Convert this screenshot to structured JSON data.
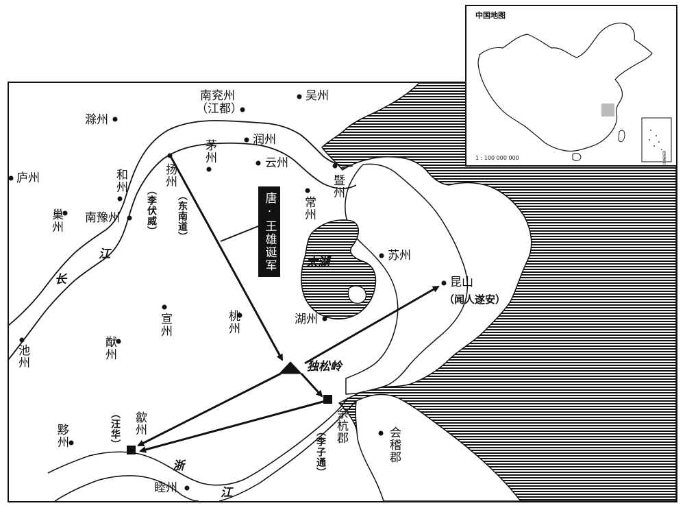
{
  "inset": {
    "title": "中国地图",
    "scale": "1 : 100 000 000",
    "south_sea_label": "南海诸岛"
  },
  "army": {
    "label": "唐·王雄诞军"
  },
  "cities": {
    "nanyanzhou": "南兖州",
    "jiangdu": "（江都）",
    "wuzhou": "吴州",
    "chuzhou": "滁州",
    "maozhou": "茅州",
    "runzhou": "润州",
    "yunzhou": "云州",
    "luzhou": "庐州",
    "hezhou": "和州",
    "yangzhou": "扬州",
    "dongnandao": "（东南道）",
    "li_fuwei": "（李伏威）",
    "changzhou": "常州",
    "pizhou": "暨州",
    "chaozhou": "巢州",
    "nanyuzhou": "南豫州",
    "suzhou": "苏州",
    "kunshan": "昆山",
    "wen_suian": "（闻人遂安）",
    "xuanzhou": "宣州",
    "taozhou": "桃州",
    "huzhou": "湖州",
    "chizhou": "池州",
    "youzhou": "猷州",
    "dusongling": "独松岭",
    "yuhangjun": "余杭郡",
    "li_zitong": "（李子通）",
    "shezhou": "歙州",
    "wang_hua": "（汪华）",
    "kuaijijun": "会稽郡",
    "yizhou": "黟州",
    "muzhou": "睦州"
  },
  "water": {
    "taihu": "太湖",
    "chang": "长",
    "jiang1": "江",
    "zhe": "浙",
    "jiang2": "江"
  }
}
